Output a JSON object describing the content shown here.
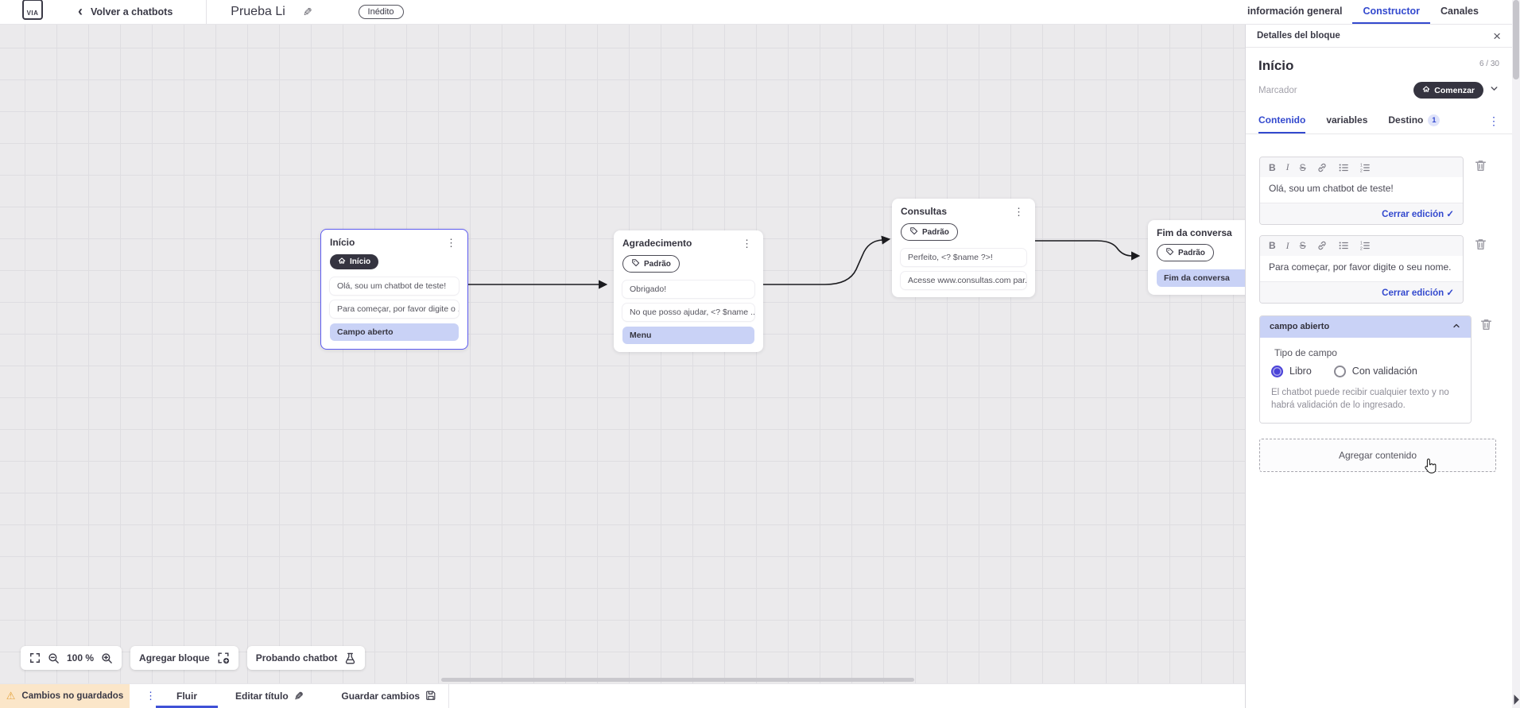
{
  "glyphs": {
    "ellipsis": "⋮",
    "close": "×",
    "check": "✓",
    "warning": "⚠",
    "back": "‹",
    "pencil": "✎"
  },
  "colors": {
    "accent": "#3349ce",
    "selection_purple": "#c9d2f6",
    "node_border_purple": "#5d5bf0",
    "dark_pill": "#353440",
    "warning_bg": "#fbe6c9",
    "warning_icon": "#e5a33c",
    "canvas_bg": "#ebeaec"
  },
  "header": {
    "logo_text": "VIA",
    "back_label": "Volver a chatbots",
    "title": "Prueba Li",
    "status_badge": "Inédito",
    "tabs": [
      {
        "label": "información general"
      },
      {
        "label": "Constructor"
      },
      {
        "label": "Canales"
      }
    ]
  },
  "canvas": {
    "zoom_level": "100 %",
    "add_block_label": "Agregar bloque",
    "test_label": "Probando chatbot",
    "nodes": [
      {
        "title": "Início",
        "badge": "Início",
        "items": [
          "Olá, sou um chatbot de teste!",
          "Para começar, por favor digite o ...",
          "Campo aberto"
        ]
      },
      {
        "title": "Agradecimento",
        "badge": "Padrão",
        "items": [
          "Obrigado!",
          "No que posso ajudar, <? $name ...",
          "Menu"
        ]
      },
      {
        "title": "Consultas",
        "badge": "Padrão",
        "items": [
          "Perfeito, <? $name ?>!",
          "Acesse www.consultas.com par..."
        ]
      },
      {
        "title": "Fim da conversa",
        "badge": "Padrão",
        "items": [
          "Fim da conversa"
        ]
      }
    ]
  },
  "panel": {
    "header_title": "Detalles del bloque",
    "block_name": "Início",
    "char_counter": "6 / 30",
    "marker_label": "Marcador",
    "marker_value": "Comenzar",
    "tabs": [
      {
        "label": "Contenido"
      },
      {
        "label": "variables"
      },
      {
        "label": "Destino",
        "badge": "1"
      }
    ],
    "toolbar": {
      "bold": "B",
      "italic": "I",
      "strike": "S"
    },
    "editors": [
      {
        "text": "Olá, sou um chatbot de teste!",
        "close_label": "Cerrar edición"
      },
      {
        "text": "Para começar, por favor digite o seu nome.",
        "close_label": "Cerrar edición"
      }
    ],
    "open_field": {
      "header": "campo abierto",
      "type_label": "Tipo de campo",
      "options": [
        {
          "label": "Libro",
          "selected": true
        },
        {
          "label": "Con validación",
          "selected": false
        }
      ],
      "help_text": "El chatbot puede recibir cualquier texto y no habrá validación de lo ingresado."
    },
    "add_content_label": "Agregar contenido"
  },
  "footer": {
    "warning_label": "Cambios no guardados",
    "flow_tab": "Fluir",
    "edit_title_label": "Editar título",
    "save_label": "Guardar cambios"
  }
}
